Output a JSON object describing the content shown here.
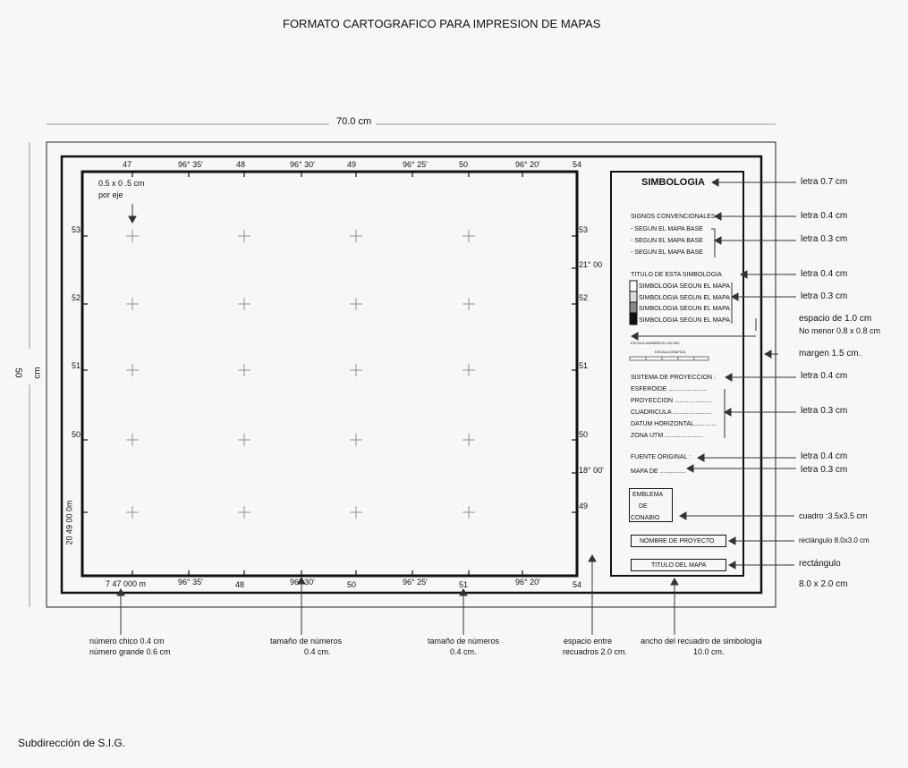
{
  "title": "FORMATO CARTOGRAFICO PARA  IMPRESION DE MAPAS",
  "width_label": "70.0 cm",
  "height_label_num": "50",
  "height_label_unit": "cm",
  "footer": "Subdirección de S.I.G.",
  "map": {
    "top_labels": [
      "47",
      "96° 35'",
      "48",
      "96° 30'",
      "49",
      "96° 25'",
      "50",
      "96° 20'",
      "54"
    ],
    "bottom_labels": [
      "7 47 000 m",
      "96° 35'",
      "48",
      "96° 30'",
      "50",
      "96° 25'",
      "51",
      "96° 20'",
      "54"
    ],
    "left_labels": [
      "53",
      "52",
      "51",
      "50"
    ],
    "left_vertical_label": "20 49 00 0m",
    "right_labels": [
      "53",
      "21° 00",
      "52",
      "51",
      "50",
      "18° 00'",
      "49"
    ],
    "cross_note_1": "0.5 x 0 .5 cm",
    "cross_note_2": "por eje"
  },
  "legend": {
    "title": "SIMBOLOGIA",
    "signos": "SIGNOS CONVENCIONALES",
    "base_items": [
      "SEGUN EL MAPA BASE",
      "SEGUN EL MAPA BASE",
      "SEGUN EL MAPA BASE"
    ],
    "titulo_simb": "TITULO DE ESTA SIMBOLOGIA",
    "simb_items": [
      "SIMBOLOGIA SEGUN EL MAPA",
      "SIMBOLOGIA SEGUN EL MAPA",
      "SIMBOLOGIA SEGUN EL MAPA",
      "SIMBOLOGIA SEGUN EL MAPA"
    ],
    "escala_numerica": "ESCALA NUMERICA  1:50 000",
    "escala_grafica": "ESCALA GRAFICA",
    "sistema": "SISTEMA DE PROYECCION :",
    "sistema_items": [
      "ESFEROIDE ......................",
      "PROYECCION ......................",
      "CUADRICULA ......................",
      "DATUM HORIZONTAL.............",
      "ZONA UTM ......................"
    ],
    "fuente": "FUENTE ORIGINAL :",
    "mapa_de": "MAPA DE ...............",
    "emblema_lines": [
      "EMBLEMA",
      "DE",
      "CONABIO"
    ],
    "nombre_proyecto": "NOMBRE DE PROYECTO",
    "titulo_mapa": "TITULO DEL MAPA"
  },
  "annotations": {
    "letra07": "letra 0.7 cm",
    "letra04_a": "letra 0.4 cm",
    "letra03_a": "letra 0.3 cm",
    "letra04_b": "letra 0.4 cm",
    "letra03_b": "letra 0.3 cm",
    "espacio10": "espacio de 1.0 cm",
    "no_menor": "No menor 0.8 x 0.8 cm",
    "margen": "margen  1.5 cm.",
    "letra04_c": "letra 0.4 cm",
    "letra03_c": "letra 0.3 cm",
    "letra04_d": "letra 0.4 cm",
    "letra03_d": "letra 0.3 cm",
    "cuadro": "cuadro :3.5x3.5 cm",
    "rect1": "rectángulo 8.0x3.0 cm",
    "rect2_a": "rectángulo",
    "rect2_b": "8.0 x 2.0 cm"
  },
  "bottom_notes": {
    "numero_a": "número chico 0.4 cm",
    "numero_b": "número grande 0.6 cm",
    "tam1_a": "tamaño de números",
    "tam1_b": "0.4 cm.",
    "tam2_a": "tamaño de números",
    "tam2_b": "0.4 cm.",
    "esp_a": "espacio entre",
    "esp_b": "recuadros 2.0 cm.",
    "ancho_a": "ancho del recuadro de simbología",
    "ancho_b": "10.0 cm."
  }
}
